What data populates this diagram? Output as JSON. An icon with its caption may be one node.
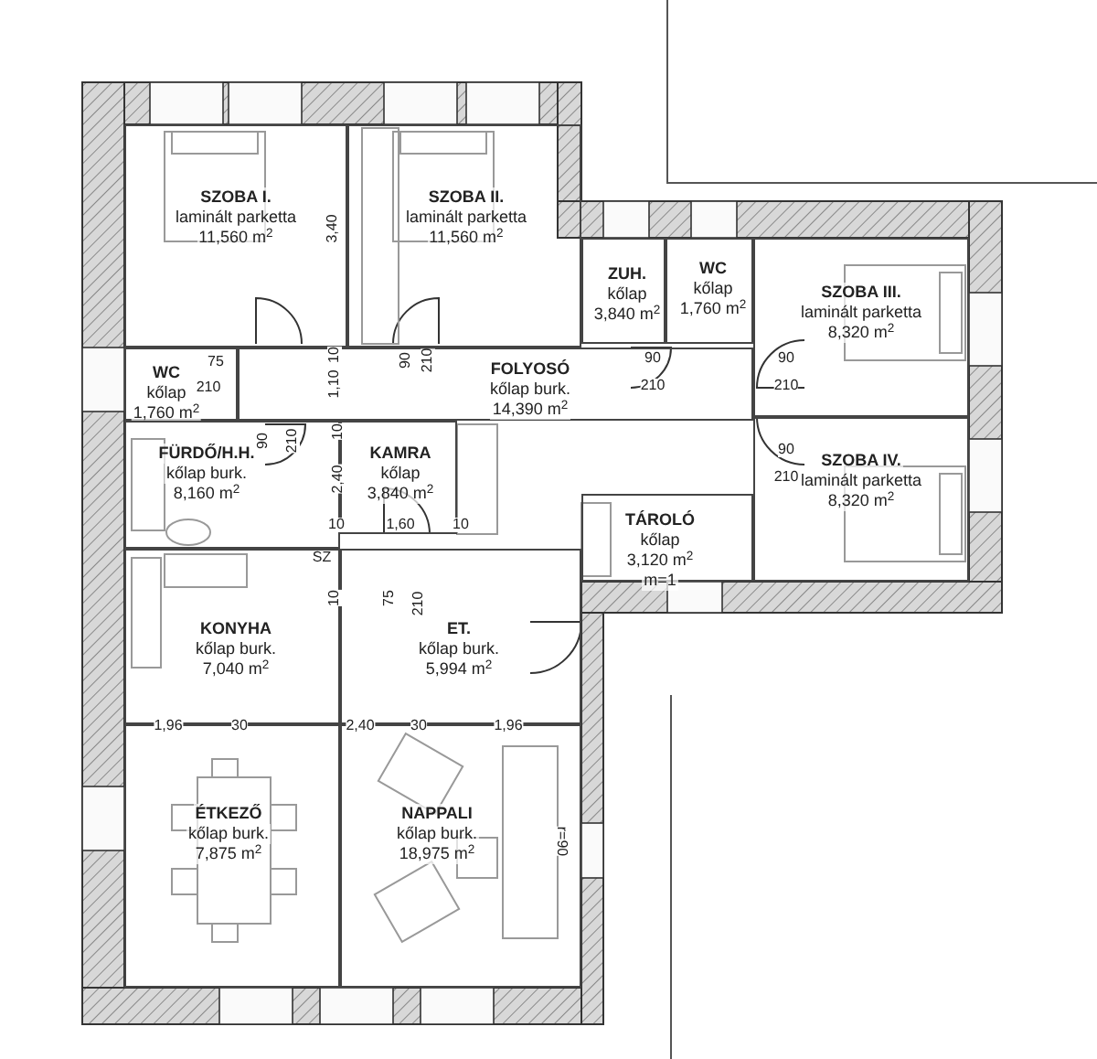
{
  "diagram": {
    "nodes": [
      {
        "text": [
          "SZOBA I.",
          "laminált parketta",
          "11,560 m$^{2}$"
        ]
      },
      {
        "text": [
          "SZOBA II.",
          "laminált parketta",
          "11,560 m$^{2}$"
        ]
      },
      {
        "text": [
          "ZUH.",
          "kőlap",
          "3,840 m$^{2}$"
        ]
      },
      {
        "text": [
          "WC",
          "kőlap",
          "1,760 m$^{2}$"
        ]
      },
      {
        "text": [
          "SZOBA III.",
          "laminált parketta",
          "8,320 m$^{2}$"
        ]
      },
      {
        "text": [
          "WC",
          "kőlap",
          "1,760 m$^{2}$"
        ]
      },
      {
        "text": [
          "FOLYOSÓ",
          "kőlap burk.",
          "14,390 m$^{2}$"
        ]
      },
      {
        "text": [
          "FÜRDŐ/H.H.",
          "kőlap burk.",
          "8,160 m$^{2}$"
        ]
      },
      {
        "text": [
          "KAMRA",
          "kőlap",
          "3,840 m$^{2}$"
        ]
      },
      {
        "text": [
          "SZOBA IV.",
          "laminált parketta",
          "8,320 m$^{2}$"
        ]
      },
      {
        "text": [
          "TÁROLÓ",
          "kőlap",
          "3,120 m$^{2}$",
          "m=1"
        ]
      },
      {
        "text": [
          "KONYHA",
          "kőlap burk.",
          "7,040 m$^{2}$"
        ]
      },
      {
        "text": [
          "ET.",
          "kőlap burk.",
          "5,994 m$^{2}$"
        ]
      },
      {
        "text": [
          "ÉTKEZŐ",
          "kőlap burk.",
          "7,875 m$^{2}$"
        ]
      },
      {
        "text": [
          "NAPPALI",
          "kőlap burk.",
          "18,975 m$^{2}$"
        ]
      }
    ],
    "labels": [
      "3,40",
      "75",
      "210",
      "10",
      "1,10",
      "90",
      "210",
      "90",
      "210",
      "90",
      "210",
      "90",
      "210",
      "10",
      "90",
      "210",
      "2,40",
      "10",
      "1,60",
      "10",
      "SZ",
      "10",
      "75",
      "210",
      "1,96",
      "30",
      "2,40",
      "30",
      "1,96",
      "r=90"
    ]
  }
}
